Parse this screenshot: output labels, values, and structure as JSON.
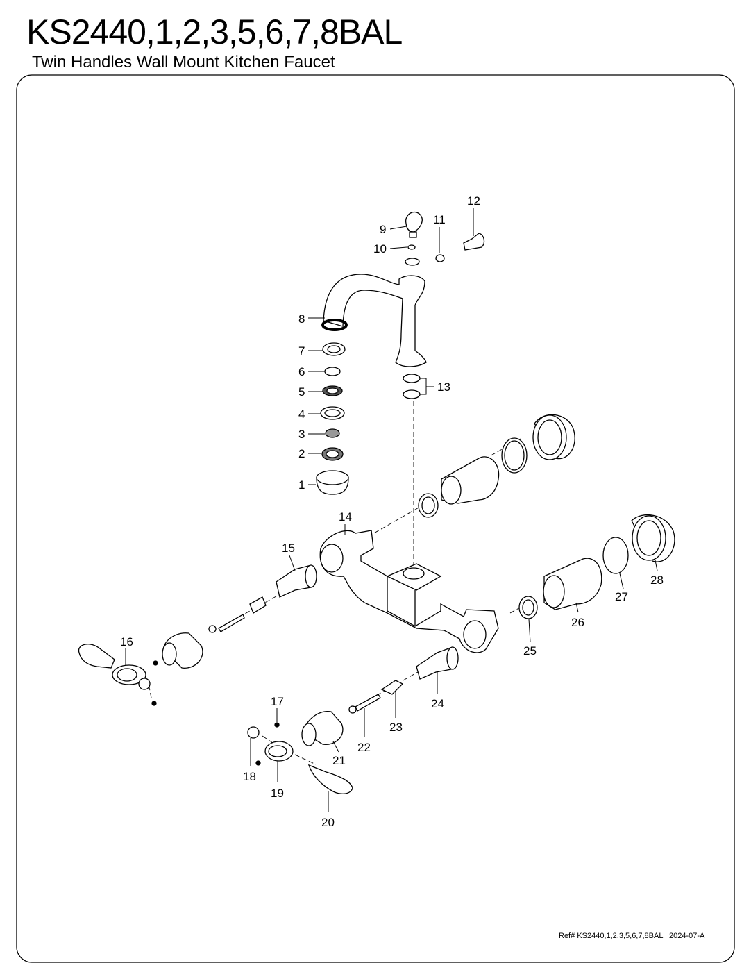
{
  "header": {
    "model": "KS2440,1,2,3,5,6,7,8BAL",
    "description": "Twin Handles Wall Mount Kitchen Faucet"
  },
  "footer": {
    "ref": "Ref# KS2440,1,2,3,5,6,7,8BAL | 2024-07-A"
  },
  "callouts": {
    "c1": "1",
    "c2": "2",
    "c3": "3",
    "c4": "4",
    "c5": "5",
    "c6": "6",
    "c7": "7",
    "c8": "8",
    "c9": "9",
    "c10": "10",
    "c11": "11",
    "c12": "12",
    "c13": "13",
    "c14": "14",
    "c15": "15",
    "c16": "16",
    "c17": "17",
    "c18": "18",
    "c19": "19",
    "c20": "20",
    "c21": "21",
    "c22": "22",
    "c23": "23",
    "c24": "24",
    "c25": "25",
    "c26": "26",
    "c27": "27",
    "c28": "28"
  }
}
